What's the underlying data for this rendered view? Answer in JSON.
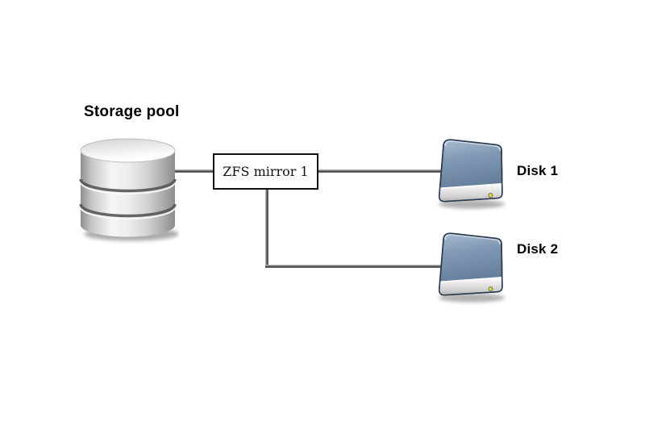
{
  "diagram": {
    "pool": {
      "label": "Storage pool",
      "icon": "database-cylinder-icon"
    },
    "mirror_box": {
      "label": "ZFS mirror 1"
    },
    "disks": [
      {
        "label": "Disk 1",
        "icon": "hard-drive-icon",
        "led_color": "#d9d34f"
      },
      {
        "label": "Disk 2",
        "icon": "hard-drive-icon",
        "led_color": "#d9d34f"
      }
    ],
    "connections": [
      {
        "from": "storage-pool",
        "to": "zfs-mirror-1"
      },
      {
        "from": "zfs-mirror-1",
        "to": "disk-1"
      },
      {
        "from": "zfs-mirror-1",
        "to": "disk-2"
      }
    ],
    "colors": {
      "background": "#ffffff",
      "connector_gray": "#555555",
      "box_border": "#111111",
      "box_fill": "#ffffff",
      "disk_blue_light": "#a3b8cf",
      "disk_blue_dark": "#5c7694",
      "disk_outline": "#2d3c51",
      "disk_band_silver": "#d8d8d8",
      "cylinder_silver_light": "#f5f5f5",
      "cylinder_silver_dark": "#8f8f8f",
      "text": "#000000"
    }
  }
}
